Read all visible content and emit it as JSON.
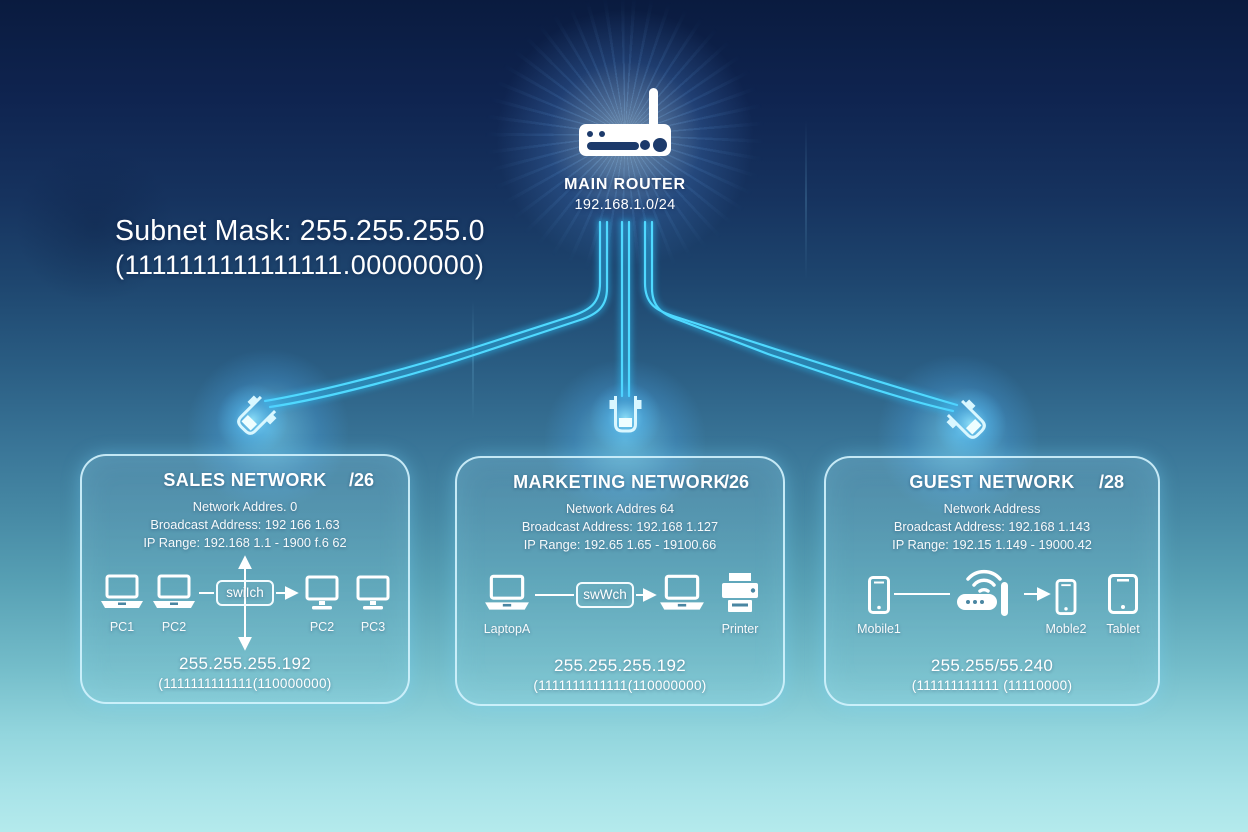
{
  "subnet_title": {
    "line1": "Subnet Mask: 255.255.255.0",
    "line2": "(1111111111111111.00000000)"
  },
  "router": {
    "label": "MAIN ROUTER",
    "ip": "192.168.1.0/24"
  },
  "networks": [
    {
      "name": "SALES NETWORK",
      "cidr": "/26",
      "details": {
        "line1": "Network Addres. 0",
        "line2": "Broadcast Address: 192 166 1.63",
        "line3": "IP Range: 192.168 1.1 - 1900 f.6 62"
      },
      "switch_label": "swiIch",
      "device_labels": {
        "d1": "PC1",
        "d2": "PC2",
        "d3": "PC2",
        "d4": "PC3"
      },
      "mask": "255.255.255.192",
      "binary": "(1111111111111(110000000)"
    },
    {
      "name": "MARKETING NETWORK",
      "cidr": "/26",
      "details": {
        "line1": "Network Addres 64",
        "line2": "Broadcast Address: 192.168 1.127",
        "line3": "IP Range: 192.65 1.65 - 19100.66"
      },
      "switch_label": "swWch",
      "device_labels": {
        "d1": "LaptopA",
        "d2": "Printer"
      },
      "mask": "255.255.255.192",
      "binary": "(1111111111111(110000000)"
    },
    {
      "name": "GUEST NETWORK",
      "cidr": "/28",
      "details": {
        "line1": "Network Address",
        "line2": "Broadcast Address: 192.168 1.143",
        "line3": "IP Range: 192.15 1.149 - 19000.42"
      },
      "device_labels": {
        "d1": "Mobile1",
        "d2": "Moble2",
        "d3": "Tablet"
      },
      "mask": "255.255/55.240",
      "binary": "(111111111111 (11110000)"
    }
  ],
  "colors": {
    "cable": "#4fd9ff",
    "glow": "#9be7ff",
    "device": "#ffffff",
    "bg_top": "#0a1b3f",
    "bg_bottom": "#b4eaec"
  }
}
